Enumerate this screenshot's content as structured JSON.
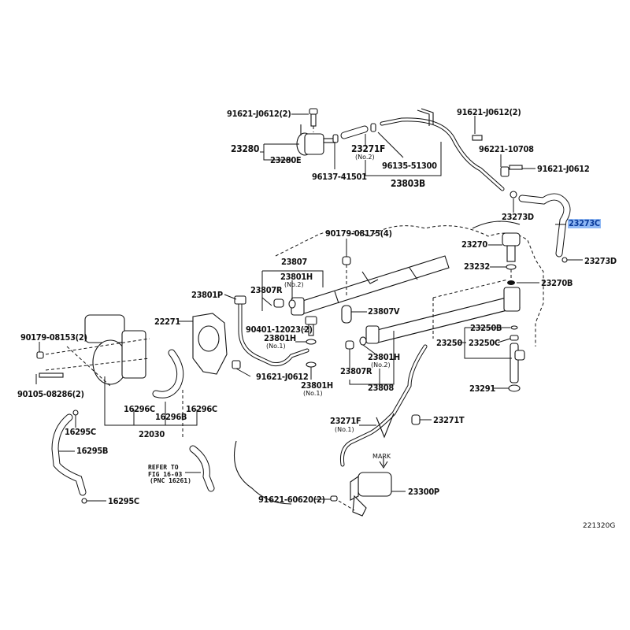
{
  "diagram": {
    "title_code": "221320G",
    "highlighted_part": "23273C",
    "highlight_color": "#8fb8f5",
    "labels": [
      {
        "id": "91621-J0612-2-top",
        "text": "91621-J0612(2)"
      },
      {
        "id": "23280",
        "text": "23280"
      },
      {
        "id": "23280E",
        "text": "23280E"
      },
      {
        "id": "96137-41501",
        "text": "96137-41501"
      },
      {
        "id": "23271F-no2",
        "text": "23271F",
        "sub": "(No.2)"
      },
      {
        "id": "96135-51300",
        "text": "96135-51300"
      },
      {
        "id": "23803B",
        "text": "23803B"
      },
      {
        "id": "91621-J0612-2-right",
        "text": "91621-J0612(2)"
      },
      {
        "id": "96221-10708",
        "text": "96221-10708"
      },
      {
        "id": "91621-J0612-right",
        "text": "91621-J0612"
      },
      {
        "id": "23273D-upper",
        "text": "23273D"
      },
      {
        "id": "23273C",
        "text": "23273C"
      },
      {
        "id": "23273D-lower",
        "text": "23273D"
      },
      {
        "id": "90179-08175",
        "text": "90179-08175(4)"
      },
      {
        "id": "23270",
        "text": "23270"
      },
      {
        "id": "23232",
        "text": "23232"
      },
      {
        "id": "23270B",
        "text": "23270B"
      },
      {
        "id": "23807",
        "text": "23807"
      },
      {
        "id": "23801H-no2-top",
        "text": "23801H",
        "sub": "(No.2)"
      },
      {
        "id": "23807R-top",
        "text": "23807R"
      },
      {
        "id": "23801P",
        "text": "23801P"
      },
      {
        "id": "23807V",
        "text": "23807V"
      },
      {
        "id": "22271",
        "text": "22271"
      },
      {
        "id": "90401-12023",
        "text": "90401-12023(2)"
      },
      {
        "id": "23801H-no1-top",
        "text": "23801H",
        "sub": "(No.1)"
      },
      {
        "id": "91621-J0612-mid",
        "text": "91621-J0612"
      },
      {
        "id": "23801H-no1-bottom",
        "text": "23801H",
        "sub": "(No.1)"
      },
      {
        "id": "23801H-no2-bottom",
        "text": "23801H",
        "sub": "(No.2)"
      },
      {
        "id": "23807R-bottom",
        "text": "23807R"
      },
      {
        "id": "23808",
        "text": "23808"
      },
      {
        "id": "23250B",
        "text": "23250B"
      },
      {
        "id": "23250",
        "text": "23250"
      },
      {
        "id": "23250C",
        "text": "23250C"
      },
      {
        "id": "23291",
        "text": "23291"
      },
      {
        "id": "90179-08153",
        "text": "90179-08153(2)"
      },
      {
        "id": "90105-08286",
        "text": "90105-08286(2)"
      },
      {
        "id": "16296C-left",
        "text": "16296C"
      },
      {
        "id": "16296B",
        "text": "16296B"
      },
      {
        "id": "16296C-right",
        "text": "16296C"
      },
      {
        "id": "22030",
        "text": "22030"
      },
      {
        "id": "16295C-top",
        "text": "16295C"
      },
      {
        "id": "16295B",
        "text": "16295B"
      },
      {
        "id": "16295C-bottom",
        "text": "16295C"
      },
      {
        "id": "23271F-no1",
        "text": "23271F",
        "sub": "(No.1)"
      },
      {
        "id": "23271T",
        "text": "23271T"
      },
      {
        "id": "mark",
        "text": "MARK"
      },
      {
        "id": "23300P",
        "text": "23300P"
      },
      {
        "id": "91621-60620",
        "text": "91621-60620(2)"
      }
    ],
    "refer_note": [
      "REFER TO",
      "FIG 16-03",
      "(PNC 16261)"
    ]
  }
}
